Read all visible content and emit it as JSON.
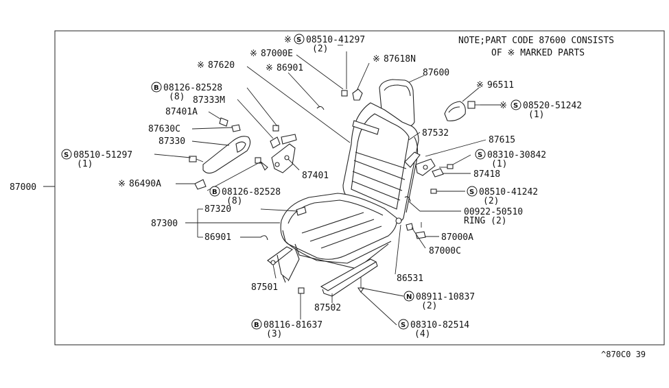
{
  "note": {
    "line1": "NOTE;PART CODE 87600 CONSISTS",
    "line2": "OF ※ MARKED PARTS"
  },
  "footer_code": "^870C0 39",
  "assembly_code": "87000",
  "callouts": {
    "c1": {
      "symbol": "※S",
      "code": "08510-41297",
      "qty": "(2)"
    },
    "c2": {
      "symbol": "※",
      "code": "87618N"
    },
    "c3": {
      "symbol": "※",
      "code": "87000E"
    },
    "c4": {
      "symbol": "※",
      "code": "86901"
    },
    "c5": {
      "symbol": "※",
      "code": "87620"
    },
    "c6": {
      "symbol": "",
      "code": "87600"
    },
    "c7": {
      "symbol": "※",
      "code": "96511"
    },
    "c8": {
      "symbol": "※S",
      "code": "08520-51242",
      "qty": "(1)"
    },
    "c9": {
      "symbol": "B",
      "code": "08126-82528",
      "qty": "(8)"
    },
    "c10": {
      "symbol": "",
      "code": "87333M"
    },
    "c11": {
      "symbol": "",
      "code": "87401A"
    },
    "c12": {
      "symbol": "",
      "code": "87630C"
    },
    "c13": {
      "symbol": "",
      "code": "87330"
    },
    "c14": {
      "symbol": "S",
      "code": "08510-51297",
      "qty": "(1)"
    },
    "c15": {
      "symbol": "",
      "code": "87532"
    },
    "c16": {
      "symbol": "",
      "code": "87615"
    },
    "c17": {
      "symbol": "S",
      "code": "08310-30842",
      "qty": "(1)"
    },
    "c18": {
      "symbol": "",
      "code": "87418"
    },
    "c19": {
      "symbol": "",
      "code": "87401"
    },
    "c20": {
      "symbol": "※",
      "code": "86490A"
    },
    "c21": {
      "symbol": "B",
      "code": "08126-82528",
      "qty": "(8)"
    },
    "c22": {
      "symbol": "S",
      "code": "08510-41242",
      "qty": "(2)"
    },
    "c23": {
      "symbol": "",
      "code": "87320"
    },
    "c24": {
      "symbol": "",
      "code": "87300"
    },
    "c25": {
      "symbol": "",
      "code": "86901"
    },
    "c26": {
      "symbol": "",
      "code": "00922-50510",
      "qty": "RING     (2)"
    },
    "c27": {
      "symbol": "",
      "code": "87000A"
    },
    "c28": {
      "symbol": "",
      "code": "87000C"
    },
    "c29": {
      "symbol": "",
      "code": "86531"
    },
    "c30": {
      "symbol": "",
      "code": "87501"
    },
    "c31": {
      "symbol": "N",
      "code": "08911-10837",
      "qty": "(2)"
    },
    "c32": {
      "symbol": "",
      "code": "87502"
    },
    "c33": {
      "symbol": "S",
      "code": "08310-82514",
      "qty": "(4)"
    },
    "c34": {
      "symbol": "B",
      "code": "08116-81637",
      "qty": "(3)"
    }
  }
}
